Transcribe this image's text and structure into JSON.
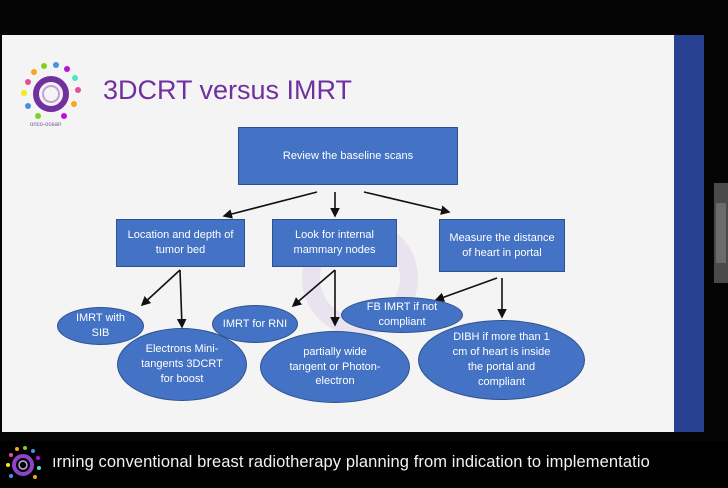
{
  "slide": {
    "title": "3DCRT versus IMRT",
    "logo_text": "onco-ocean"
  },
  "diagram": {
    "root": "Review the baseline scans",
    "level1": {
      "left": "Location and depth of tumor bed",
      "middle": "Look for internal mammary nodes",
      "right": "Measure the distance of heart in portal"
    },
    "leaves": {
      "imrt_sib": "IMRT with SIB",
      "electrons": "Electrons Mini-tangents 3DCRT for boost",
      "imrt_rni": "IMRT for RNI",
      "wide_tangent": "partially wide tangent or Photon-electron",
      "fb_imrt": "FB IMRT if not compliant",
      "dibh": "DIBH if more than 1 cm of heart is inside the portal and compliant"
    }
  },
  "caption": {
    "text": "ırning conventional breast radiotherapy planning from indication to implementatio"
  },
  "colors": {
    "box_fill": "#4472c4",
    "title": "#7030a0",
    "accent_bar": "#27408f"
  }
}
